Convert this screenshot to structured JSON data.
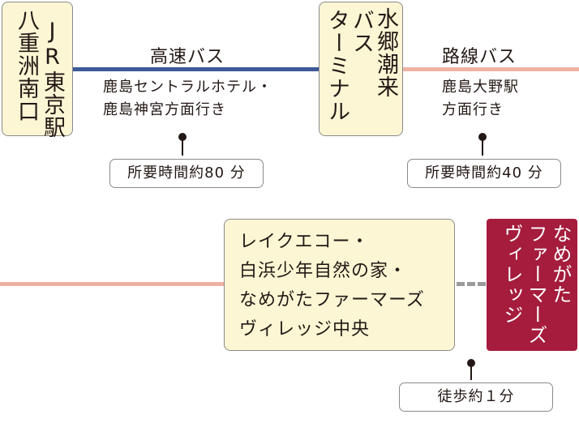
{
  "stops": {
    "hachijusu": {
      "col1": "八重洲南口",
      "col2": "JR東京駅"
    },
    "terminal": {
      "col1": "水郷潮来",
      "col2": "バス",
      "col3": "ターミナル"
    },
    "lakeeco": {
      "text": "レイクエコー・\n白浜少年自然の家・\nなめがたファーマーズ\nヴィレッジ中央"
    },
    "destination": {
      "col1": "なめがた",
      "col2": "ファーマーズ",
      "col3": "ヴィレッジ"
    }
  },
  "routes": {
    "express": {
      "label": "高速バス",
      "sub": "鹿島セントラルホテル・\n鹿島神宮方面行き",
      "time": "所要時間約80 分"
    },
    "local": {
      "label": "路線バス",
      "sub": "鹿島大野駅\n方面行き",
      "time": "所要時間約40 分"
    },
    "walk": {
      "time": "徒歩約１分"
    }
  },
  "colors": {
    "express_line": "#3d5a99",
    "local_line": "#eeb2a5",
    "stop_box": "#fdf6d4",
    "destination": "#a51c3d"
  }
}
